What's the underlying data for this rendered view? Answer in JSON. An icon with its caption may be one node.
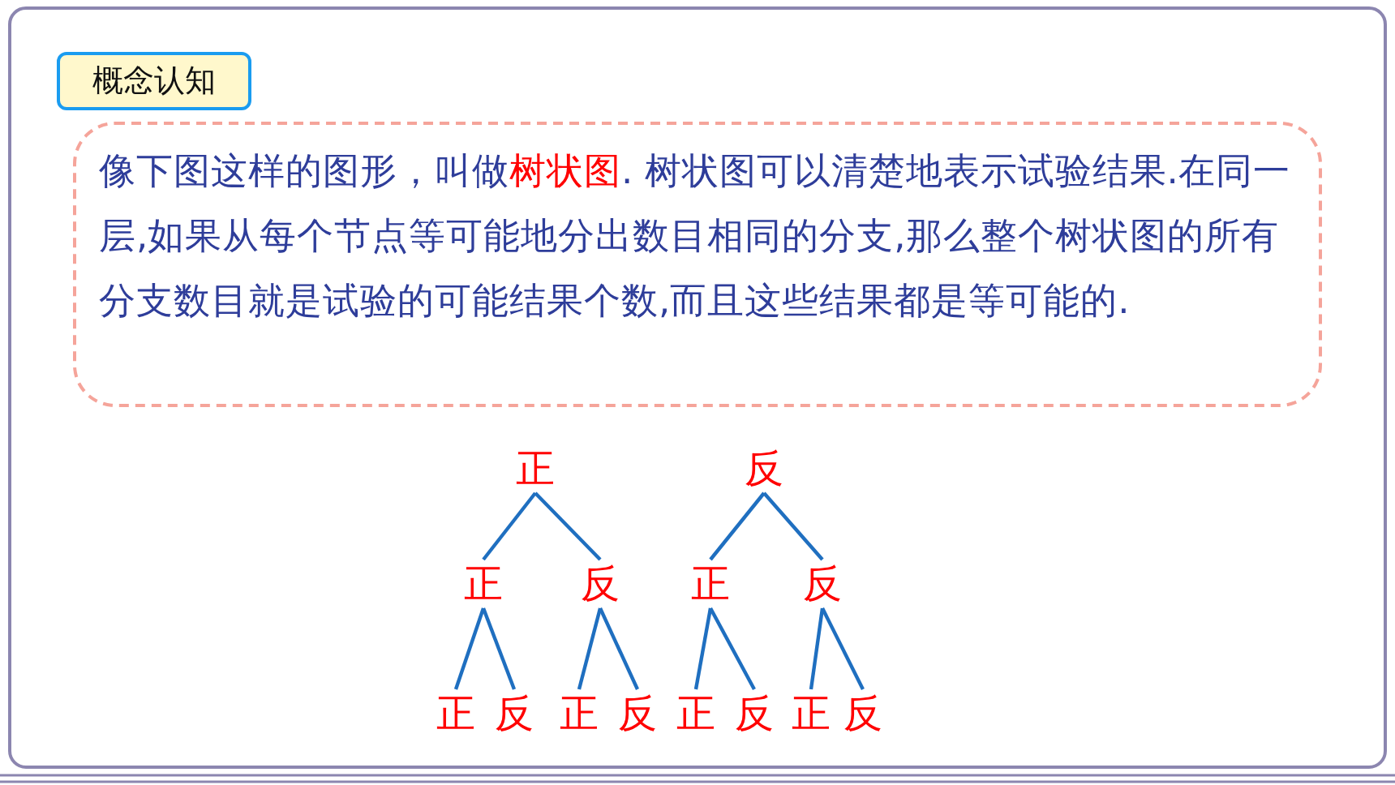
{
  "diagram": {
    "nodes": [
      {
        "text": [
          "概念认知"
        ]
      },
      {
        "text": [
          "像下图这样的图形，叫做**树状图**.  树状图可以清楚地表示试验结果.在同一层,如果从每个节点等可能地分出数目相同的分支,那么整个树状图的所有分支数目就是试验的可能结果个数,而且这些结果都是等可能的."
        ]
      },
      {
        "text": [
          "正"
        ]
      },
      {
        "text": [
          "反"
        ]
      },
      {
        "text": [
          "正"
        ]
      },
      {
        "text": [
          "反"
        ]
      },
      {
        "text": [
          "正"
        ]
      },
      {
        "text": [
          "反"
        ]
      },
      {
        "text": [
          "正"
        ]
      },
      {
        "text": [
          "反"
        ]
      },
      {
        "text": [
          "正"
        ]
      },
      {
        "text": [
          "反"
        ]
      },
      {
        "text": [
          "正"
        ]
      },
      {
        "text": [
          "反"
        ]
      },
      {
        "text": [
          "正"
        ]
      },
      {
        "text": [
          "反"
        ]
      }
    ],
    "edges": [
      {
        "from": 2,
        "to": 4,
        "arrow": "none"
      },
      {
        "from": 2,
        "to": 5,
        "arrow": "none"
      },
      {
        "from": 3,
        "to": 6,
        "arrow": "none"
      },
      {
        "from": 3,
        "to": 7,
        "arrow": "none"
      },
      {
        "from": 4,
        "to": 8,
        "arrow": "none"
      },
      {
        "from": 4,
        "to": 9,
        "arrow": "none"
      },
      {
        "from": 5,
        "to": 10,
        "arrow": "none"
      },
      {
        "from": 5,
        "to": 11,
        "arrow": "none"
      },
      {
        "from": 6,
        "to": 12,
        "arrow": "none"
      },
      {
        "from": 6,
        "to": 13,
        "arrow": "none"
      },
      {
        "from": 7,
        "to": 14,
        "arrow": "none"
      },
      {
        "from": 7,
        "to": 15,
        "arrow": "none"
      }
    ]
  }
}
